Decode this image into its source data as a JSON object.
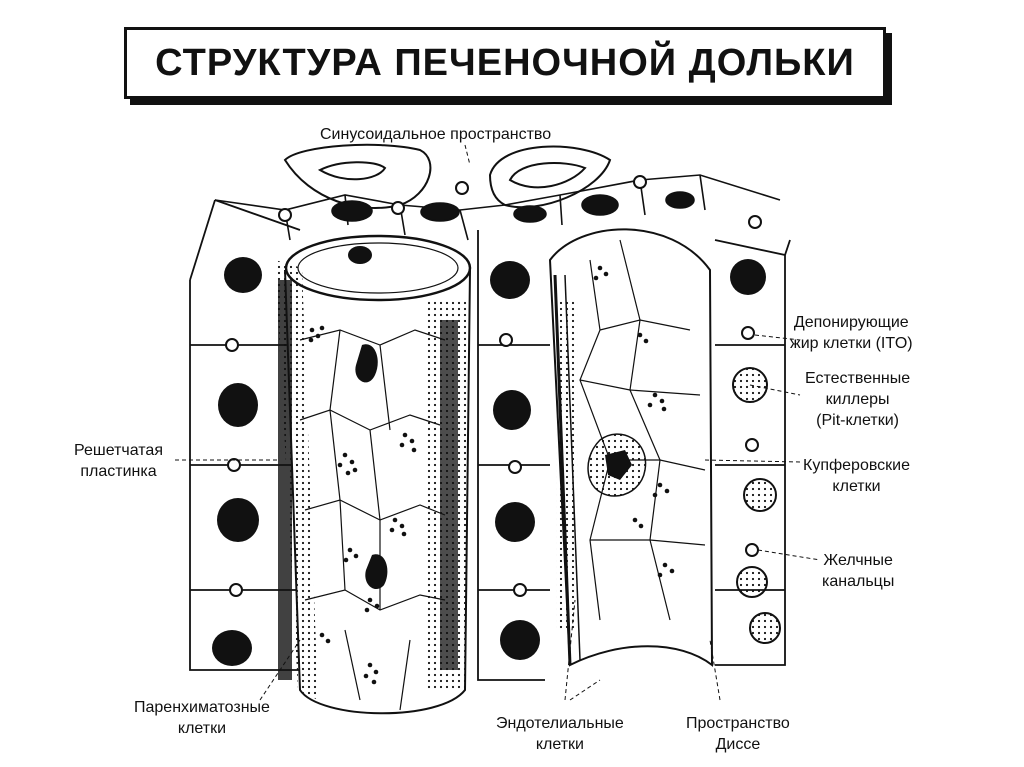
{
  "title": "СТРУКТУРА ПЕЧЕНОЧНОЙ ДОЛЬКИ",
  "labels": {
    "sinusoidal": "Синусоидальное пространство",
    "ito_1": "Депонирующие",
    "ito_2": "жир клетки (ITO)",
    "nk_1": "Естественные",
    "nk_2": "киллеры",
    "nk_3": "(Pit-клетки)",
    "kupffer_1": "Купферовские",
    "kupffer_2": "клетки",
    "bile_1": "Желчные",
    "bile_2": "канальцы",
    "plate_1": "Решетчатая",
    "plate_2": "пластинка",
    "parenchymal_1": "Паренхиматозные",
    "parenchymal_2": "клетки",
    "endothelial_1": "Эндотелиальные",
    "endothelial_2": "клетки",
    "disse_1": "Пространство",
    "disse_2": "Диссе"
  }
}
